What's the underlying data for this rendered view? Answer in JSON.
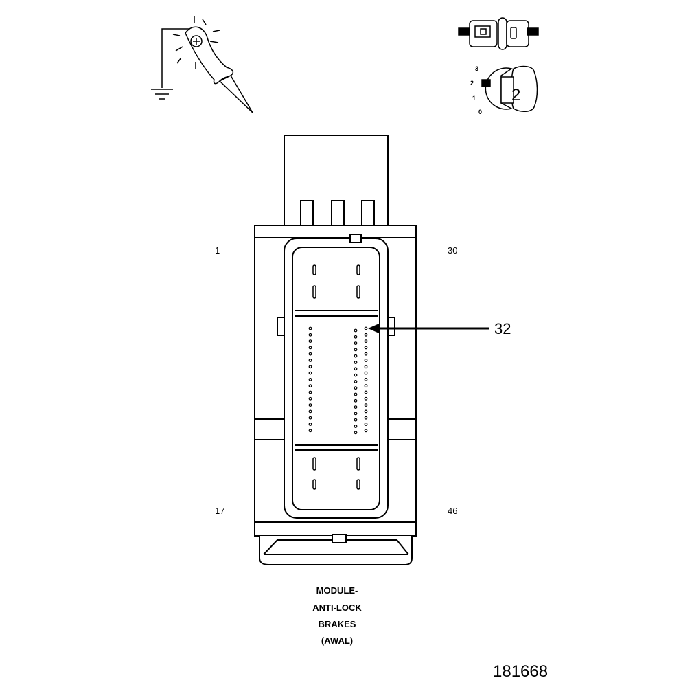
{
  "pin_labels": {
    "top_left": "1",
    "top_right": "30",
    "bottom_left": "17",
    "bottom_right": "46"
  },
  "callout": {
    "label": "32"
  },
  "caption": {
    "line1": "MODULE-",
    "line2": "ANTI-LOCK",
    "line3": "BRAKES",
    "line4": "(AWAL)"
  },
  "figure_id": "181668",
  "ignition_key": {
    "positions": [
      "3",
      "2",
      "1",
      "0"
    ],
    "selected": "2"
  }
}
